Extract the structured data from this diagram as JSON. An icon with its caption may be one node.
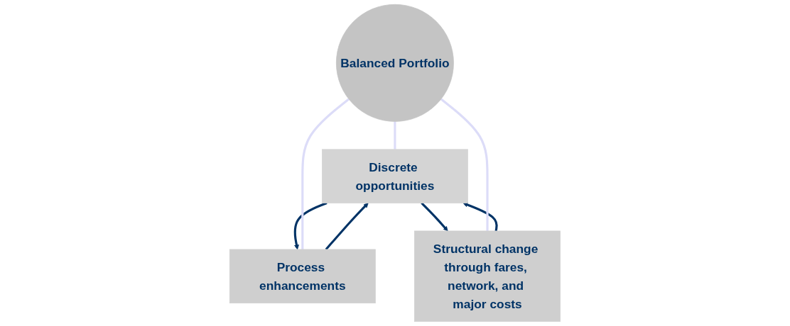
{
  "diagram": {
    "nodes": [
      {
        "text": [
          "Discrete opportunities"
        ]
      },
      {
        "text": [
          "Balanced Portfolio"
        ]
      },
      {
        "text": [
          "Process enhancements"
        ]
      },
      {
        "text": [
          "Structural change through fares, network, and major costs"
        ]
      }
    ],
    "edges": [
      {
        "from": 2,
        "to": 0,
        "arrow": "to"
      },
      {
        "from": 0,
        "to": 2,
        "arrow": "to"
      },
      {
        "from": 0,
        "to": 3,
        "arrow": "to"
      },
      {
        "from": 3,
        "to": 0,
        "arrow": "to"
      },
      {
        "from": 1,
        "to": 0,
        "arrow": "none",
        "color": "#dcdcf8"
      },
      {
        "from": 1,
        "to": 2,
        "arrow": "none",
        "color": "#dcdcf8"
      },
      {
        "from": 1,
        "to": 3,
        "arrow": "none",
        "color": "#dcdcf8"
      }
    ]
  }
}
